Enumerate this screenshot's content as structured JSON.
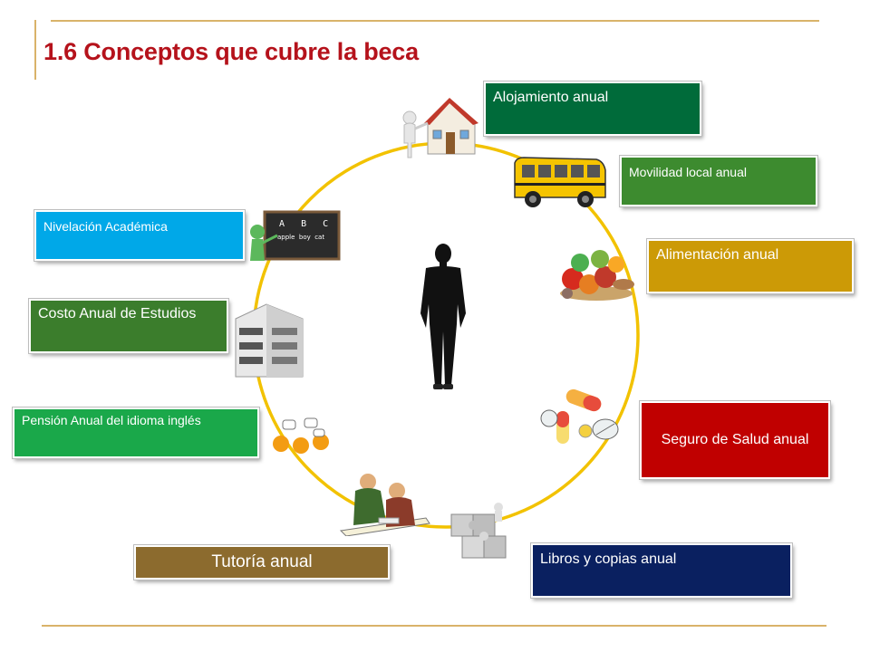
{
  "slide": {
    "title": "1.6 Conceptos que cubre la beca"
  },
  "concepts": {
    "alojamiento": "Alojamiento anual",
    "movilidad": "Movilidad local anual",
    "alimentacion": "Alimentación anual",
    "seguro": "Seguro de Salud anual",
    "libros": "Libros y copias anual",
    "tutoria": "Tutoría anual",
    "pension_idioma": "Pensión Anual del idioma inglés",
    "costo_estudios": "Costo Anual  de Estudios",
    "nivelacion": "Nivelación Académica"
  },
  "chalkboard_text": {
    "letters": "A   B   C",
    "words": "apple  boy  cat"
  },
  "colors": {
    "title": "#b5121b",
    "ring": "#f2c200",
    "accent_rule": "#d9b36a",
    "alojamiento": "#006b3a",
    "movilidad": "#3d8b2f",
    "alimentacion": "#cc9a06",
    "seguro": "#c00000",
    "libros": "#0a2060",
    "tutoria": "#8c6b2e",
    "pension_idioma": "#1aa84a",
    "costo_estudios": "#3b7d2c",
    "nivelacion": "#00a8e8"
  }
}
